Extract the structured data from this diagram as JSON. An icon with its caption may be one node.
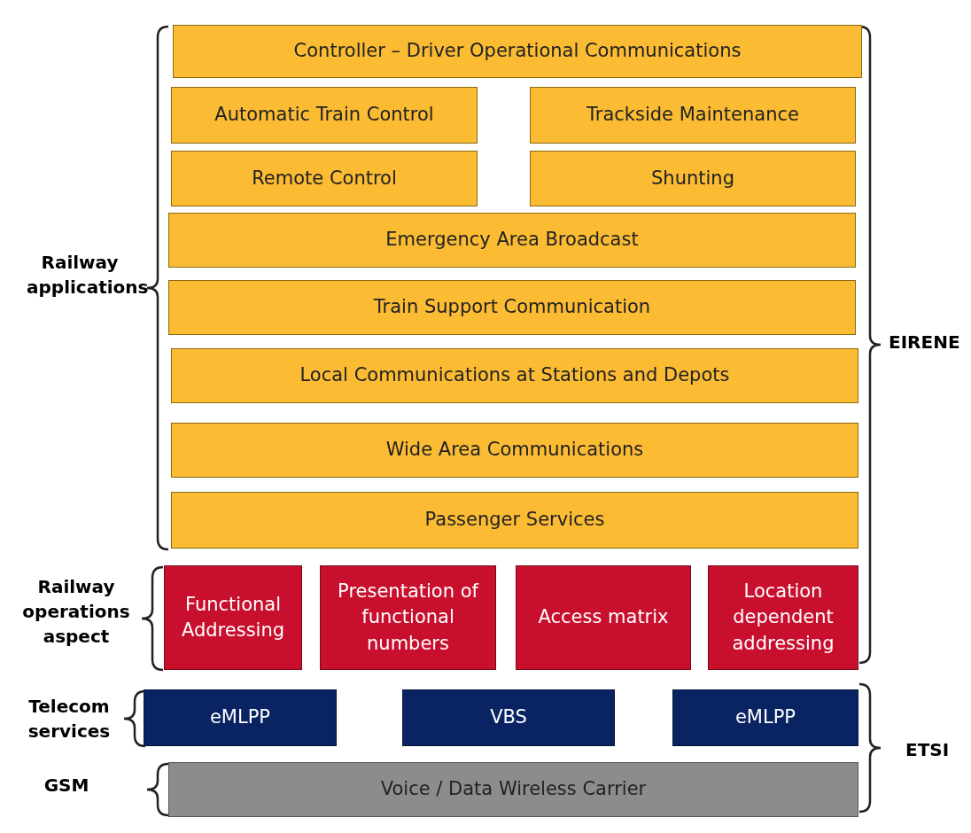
{
  "diagram": {
    "nodes": [
      {
        "text": [
          "Controller – Driver Operational Communications"
        ]
      },
      {
        "text": [
          "Automatic Train Control"
        ]
      },
      {
        "text": [
          "Trackside Maintenance"
        ]
      },
      {
        "text": [
          "Remote Control"
        ]
      },
      {
        "text": [
          "Shunting"
        ]
      },
      {
        "text": [
          "Emergency Area Broadcast"
        ]
      },
      {
        "text": [
          "Train Support Communication"
        ]
      },
      {
        "text": [
          "Local Communications at Stations and Depots"
        ]
      },
      {
        "text": [
          "Wide Area Communications"
        ]
      },
      {
        "text": [
          "Passenger Services"
        ]
      },
      {
        "text": [
          "Functional Addressing"
        ]
      },
      {
        "text": [
          "Presentation of functional numbers"
        ]
      },
      {
        "text": [
          "Access matrix"
        ]
      },
      {
        "text": [
          "Location dependent addressing"
        ]
      },
      {
        "text": [
          "eMLPP"
        ]
      },
      {
        "text": [
          "VBS"
        ]
      },
      {
        "text": [
          "eMLPP"
        ]
      },
      {
        "text": [
          "Voice / Data Wireless Carrier"
        ]
      }
    ],
    "edges": [],
    "labels": [
      "Railway applications",
      "EIRENE",
      "Railway operations aspect",
      "Telecom services",
      "ETSI",
      "GSM"
    ]
  }
}
